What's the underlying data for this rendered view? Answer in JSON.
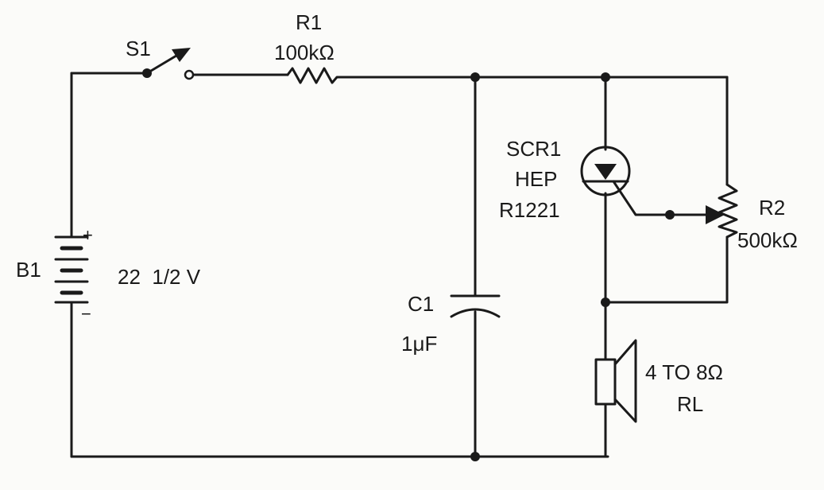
{
  "components": {
    "switch": {
      "ref": "S1"
    },
    "resistor1": {
      "ref": "R1",
      "value": "100kΩ"
    },
    "battery": {
      "ref": "B1",
      "value": "22  1/2 V",
      "plus": "+",
      "minus": "−"
    },
    "capacitor": {
      "ref": "C1",
      "value": "1μF"
    },
    "scr": {
      "ref": "SCR1",
      "type": "HEP",
      "part": "R1221"
    },
    "potentiometer": {
      "ref": "R2",
      "value": "500kΩ"
    },
    "speaker": {
      "value": "4 TO 8Ω",
      "ref": "RL"
    }
  },
  "colors": {
    "ink": "#1a1a1a",
    "paper": "#fbfbf9"
  }
}
